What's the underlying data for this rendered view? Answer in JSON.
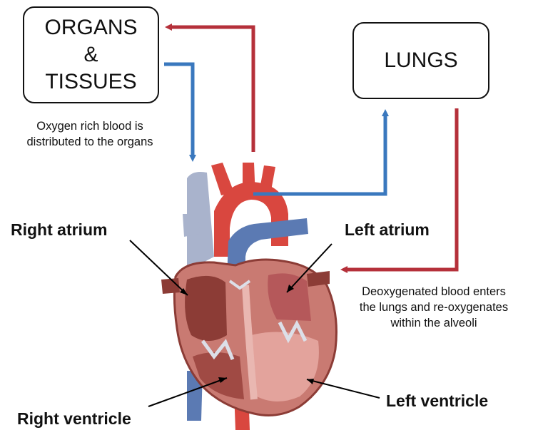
{
  "boxes": {
    "organs": {
      "line1": "ORGANS",
      "line2": "&",
      "line3": "TISSUES"
    },
    "lungs": {
      "label": "LUNGS"
    }
  },
  "notes": {
    "organs": {
      "line1": "Oxygen rich blood is",
      "line2": "distributed to the organs"
    },
    "lungs": {
      "line1": "Deoxygenated blood enters",
      "line2": "the lungs and re-oxygenates",
      "line3": "within the alveoli"
    }
  },
  "labels": {
    "right_atrium": "Right atrium",
    "left_atrium": "Left atrium",
    "right_ventricle": "Right ventricle",
    "left_ventricle": "Left ventricle"
  },
  "colors": {
    "oxygen_poor_arrow": "#3a78be",
    "oxygen_rich_arrow": "#b5303a",
    "heart_muscle": "#c97a72",
    "heart_dark": "#8c3c36",
    "vein_blue": "#5b7ab3",
    "vein_light": "#a9b3cc",
    "aorta_red": "#d9473f"
  }
}
